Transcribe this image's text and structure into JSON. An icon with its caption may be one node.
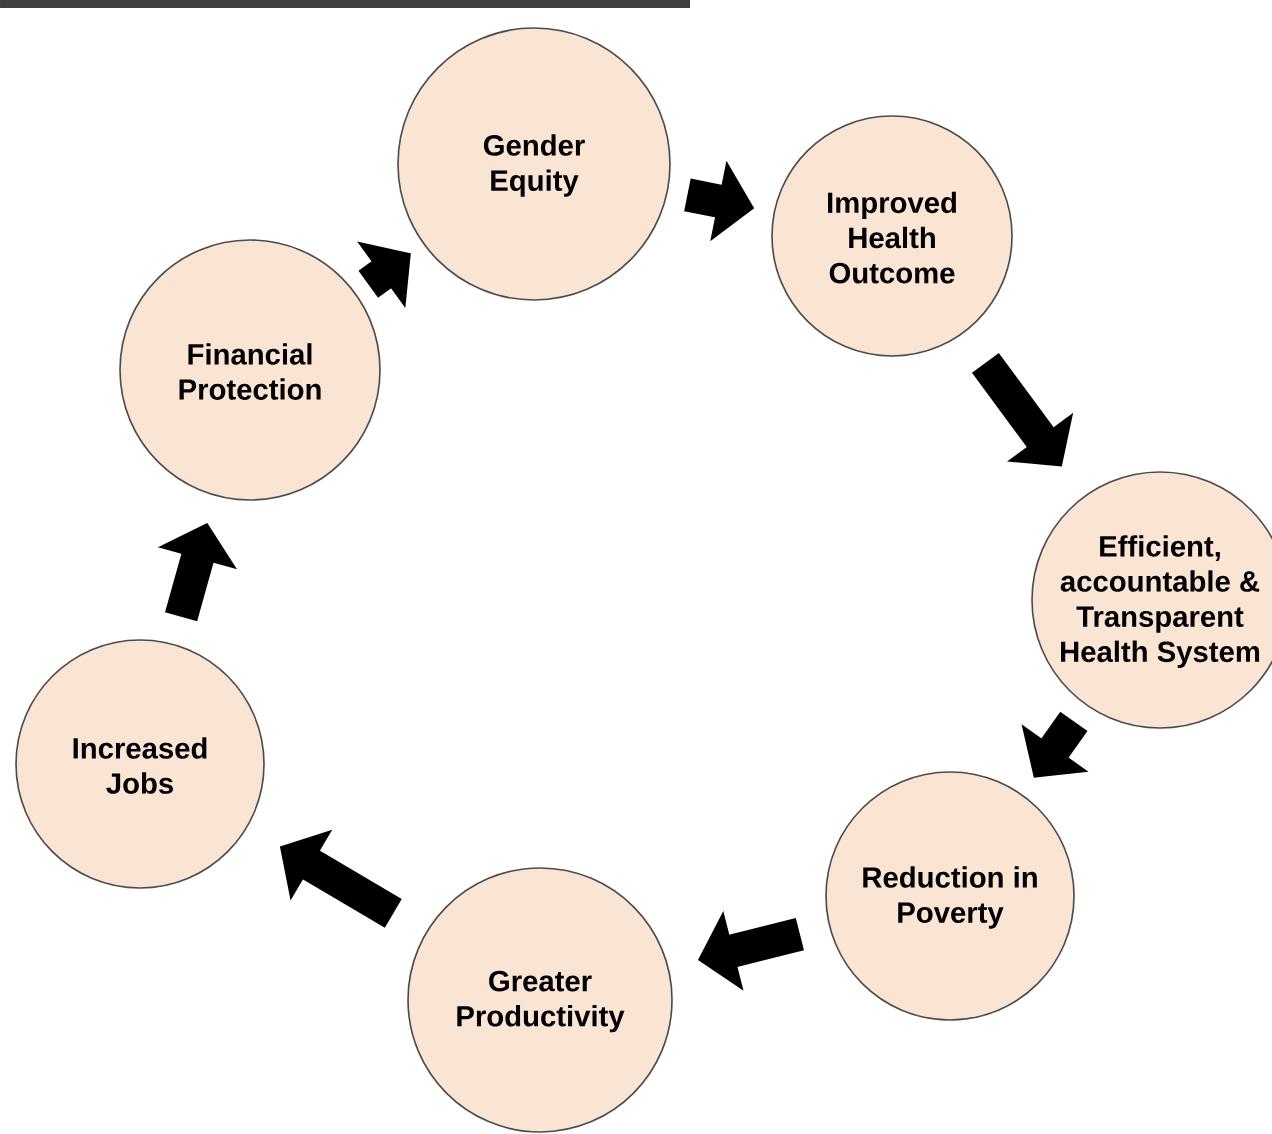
{
  "diagram": {
    "nodes": [
      {
        "text": [
          "Gender Equity"
        ]
      },
      {
        "text": [
          "Improved Health Outcome"
        ]
      },
      {
        "text": [
          "Efficient, accountable & Transparent Health System"
        ]
      },
      {
        "text": [
          "Reduction in Poverty"
        ]
      },
      {
        "text": [
          "Greater Productivity"
        ]
      },
      {
        "text": [
          "Increased Jobs"
        ]
      },
      {
        "text": [
          "Financial Protection"
        ]
      }
    ],
    "edges": [
      {
        "from": 0,
        "to": 1,
        "arrow": "to"
      },
      {
        "from": 1,
        "to": 2,
        "arrow": "to"
      },
      {
        "from": 2,
        "to": 3,
        "arrow": "to"
      },
      {
        "from": 3,
        "to": 4,
        "arrow": "to"
      },
      {
        "from": 4,
        "to": 5,
        "arrow": "to"
      },
      {
        "from": 5,
        "to": 6,
        "arrow": "to"
      },
      {
        "from": 6,
        "to": 0,
        "arrow": "to"
      }
    ]
  }
}
